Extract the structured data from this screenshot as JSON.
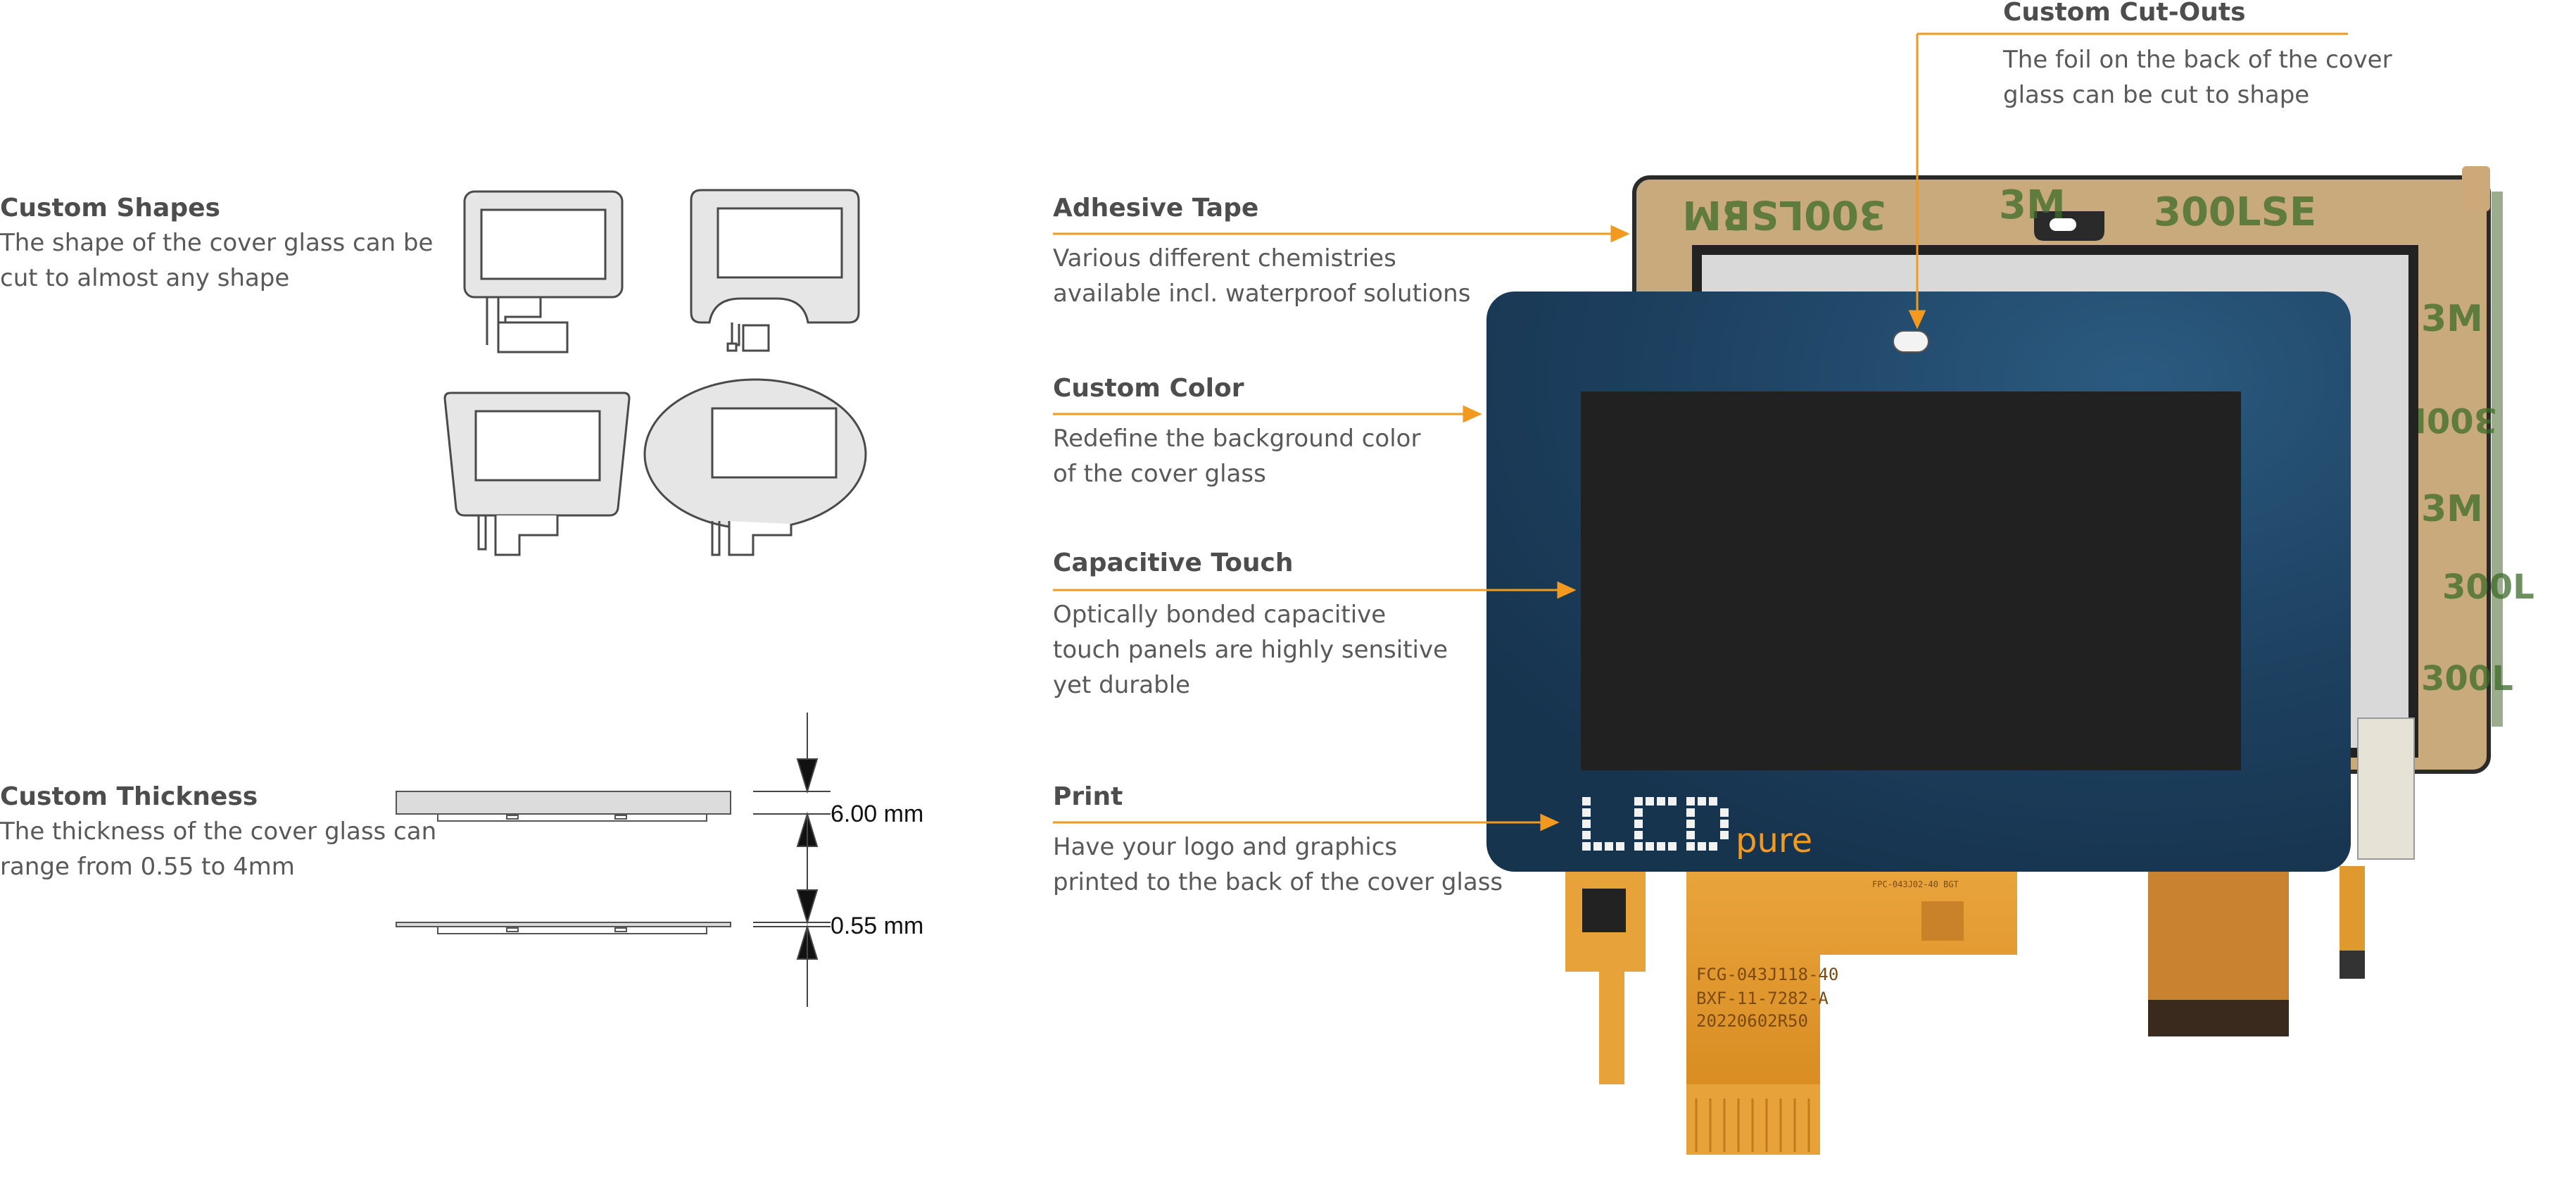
{
  "features": {
    "shapes": {
      "title": "Custom Shapes",
      "lines": [
        "The shape of the cover glass can be",
        "cut to almost any shape"
      ]
    },
    "thickness": {
      "title": "Custom Thickness",
      "lines": [
        "The thickness of the cover glass can",
        "range from 0.55 to 4mm"
      ]
    },
    "adhesive": {
      "title": "Adhesive Tape",
      "lines": [
        "Various different chemistries",
        "available incl. waterproof solutions"
      ]
    },
    "color": {
      "title": "Custom Color",
      "lines": [
        "Redefine the background color",
        "of the cover glass"
      ]
    },
    "touch": {
      "title": "Capacitive Touch",
      "lines": [
        "Optically bonded capacitive",
        "touch panels are highly sensitive",
        "yet durable"
      ]
    },
    "print": {
      "title": "Print",
      "lines": [
        "Have your logo and graphics",
        "printed to the back of the cover glass"
      ]
    },
    "cutouts": {
      "title": "Custom Cut-Outs",
      "lines": [
        "The foil on the back of the cover",
        "glass can be cut to shape"
      ]
    }
  },
  "dimensions": {
    "thick": "6.00 mm",
    "thin": "0.55 mm"
  },
  "logo": {
    "primary": "LCD",
    "secondary": "pure"
  },
  "tape_marks": [
    "3M",
    "300LSE"
  ],
  "fpc_text": [
    "FPC-043J02-40 BGT",
    "FCG-043J118-40",
    "BXF-11-7282-A",
    "20220602R50"
  ],
  "colors": {
    "accent": "#f29a1f",
    "cover_glass": "#1c3e5c",
    "screen": "#212121",
    "flex_cable": "#e8a23a",
    "tape": "#c8a97a"
  }
}
